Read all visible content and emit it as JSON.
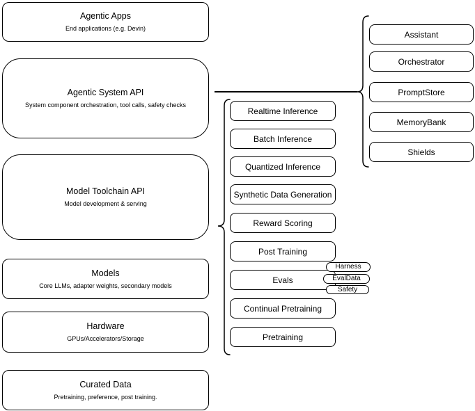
{
  "diagram": {
    "stack": [
      {
        "title": "Agentic Apps",
        "subtitle": "End applications (e.g. Devin)"
      },
      {
        "title": "Agentic System API",
        "subtitle": "System component orchestration, tool calls, safety checks"
      },
      {
        "title": "Model Toolchain API",
        "subtitle": "Model development & serving"
      },
      {
        "title": "Models",
        "subtitle": "Core LLMs, adapter weights, secondary models"
      },
      {
        "title": "Hardware",
        "subtitle": "GPUs/Accelerators/Storage"
      },
      {
        "title": "Curated Data",
        "subtitle": "Pretraining, preference, post training."
      }
    ],
    "toolchain_items": [
      "Realtime Inference",
      "Batch Inference",
      "Quantized Inference",
      "Synthetic Data Generation",
      "Reward Scoring",
      "Post Training",
      "Evals",
      "Continual Pretraining",
      "Pretraining"
    ],
    "eval_tags": [
      "Harness",
      "EvalData",
      "Safety"
    ],
    "system_components": [
      "Assistant",
      "Orchestrator",
      "PromptStore",
      "MemoryBank",
      "Shields"
    ],
    "colors": {
      "stroke": "#000000",
      "fill": "#ffffff",
      "text": "#000000"
    }
  }
}
